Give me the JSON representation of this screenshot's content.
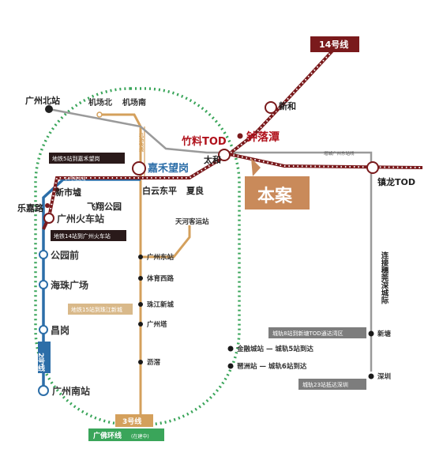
{
  "lines": {
    "line14": "14号线",
    "line2": "2号线",
    "line3": "3号线",
    "guangfo": "广佛环线",
    "guangfo_note": "(在建中)"
  },
  "stations": {
    "guangzhou_north": "广州北站",
    "airport_north": "机场北",
    "airport_south": "机场南",
    "xinhe": "新和",
    "zhugang_tod": "竹料TOD",
    "zhongluotan": "钟落潭",
    "taihe": "太和",
    "jiahe_wanggang": "嘉禾望岗",
    "baiyun_dongping": "白云东平",
    "xialiang": "夏良",
    "xinshixu": "新市墟",
    "feixiang_park": "飞翔公园",
    "lejia_road": "乐嘉路",
    "guangzhou_railway": "广州火车站",
    "gongyuanqian": "公园前",
    "haizhu_square": "海珠广场",
    "changgang": "昌岗",
    "guangzhou_south": "广州南站",
    "tianhe_coach": "天河客运站",
    "guangzhou_east": "广州东站",
    "tiyu_xilu": "体育西路",
    "zhujiang_newtown": "珠江新城",
    "canton_tower": "广州塔",
    "lijiao": "沥滘",
    "zhenlong_tod": "镇龙TOD",
    "xintang": "新塘",
    "shenzhen": "深圳",
    "jinrongcheng": "金融城站",
    "pazhou": "琶洲站"
  },
  "notes": {
    "metro5": "地铁5站到嘉禾望岗",
    "metro14": "地铁14站到广州火车站",
    "metro15": "地铁15站到珠江新城",
    "intercity8": "城轨8站到新塘TOD通达湾区",
    "intercity5": "金融城站 — 城轨5站到达",
    "intercity6": "琶洲站 — 城轨6站到达",
    "intercity23": "城轨23站抵达深圳",
    "vertical_link": "连接穗莞深城际",
    "airport_express": "机场快线",
    "baiyun_airport_link": "增城广州东站线",
    "line14_small": "14号线支线",
    "project": "本案"
  },
  "colors": {
    "line14": "#7a1a1c",
    "line2": "#2c6ea8",
    "line3": "#d4a05c",
    "guangfo": "#3aa55a",
    "intercity": "#9a9a9a",
    "project_box": "#c98a5a"
  }
}
